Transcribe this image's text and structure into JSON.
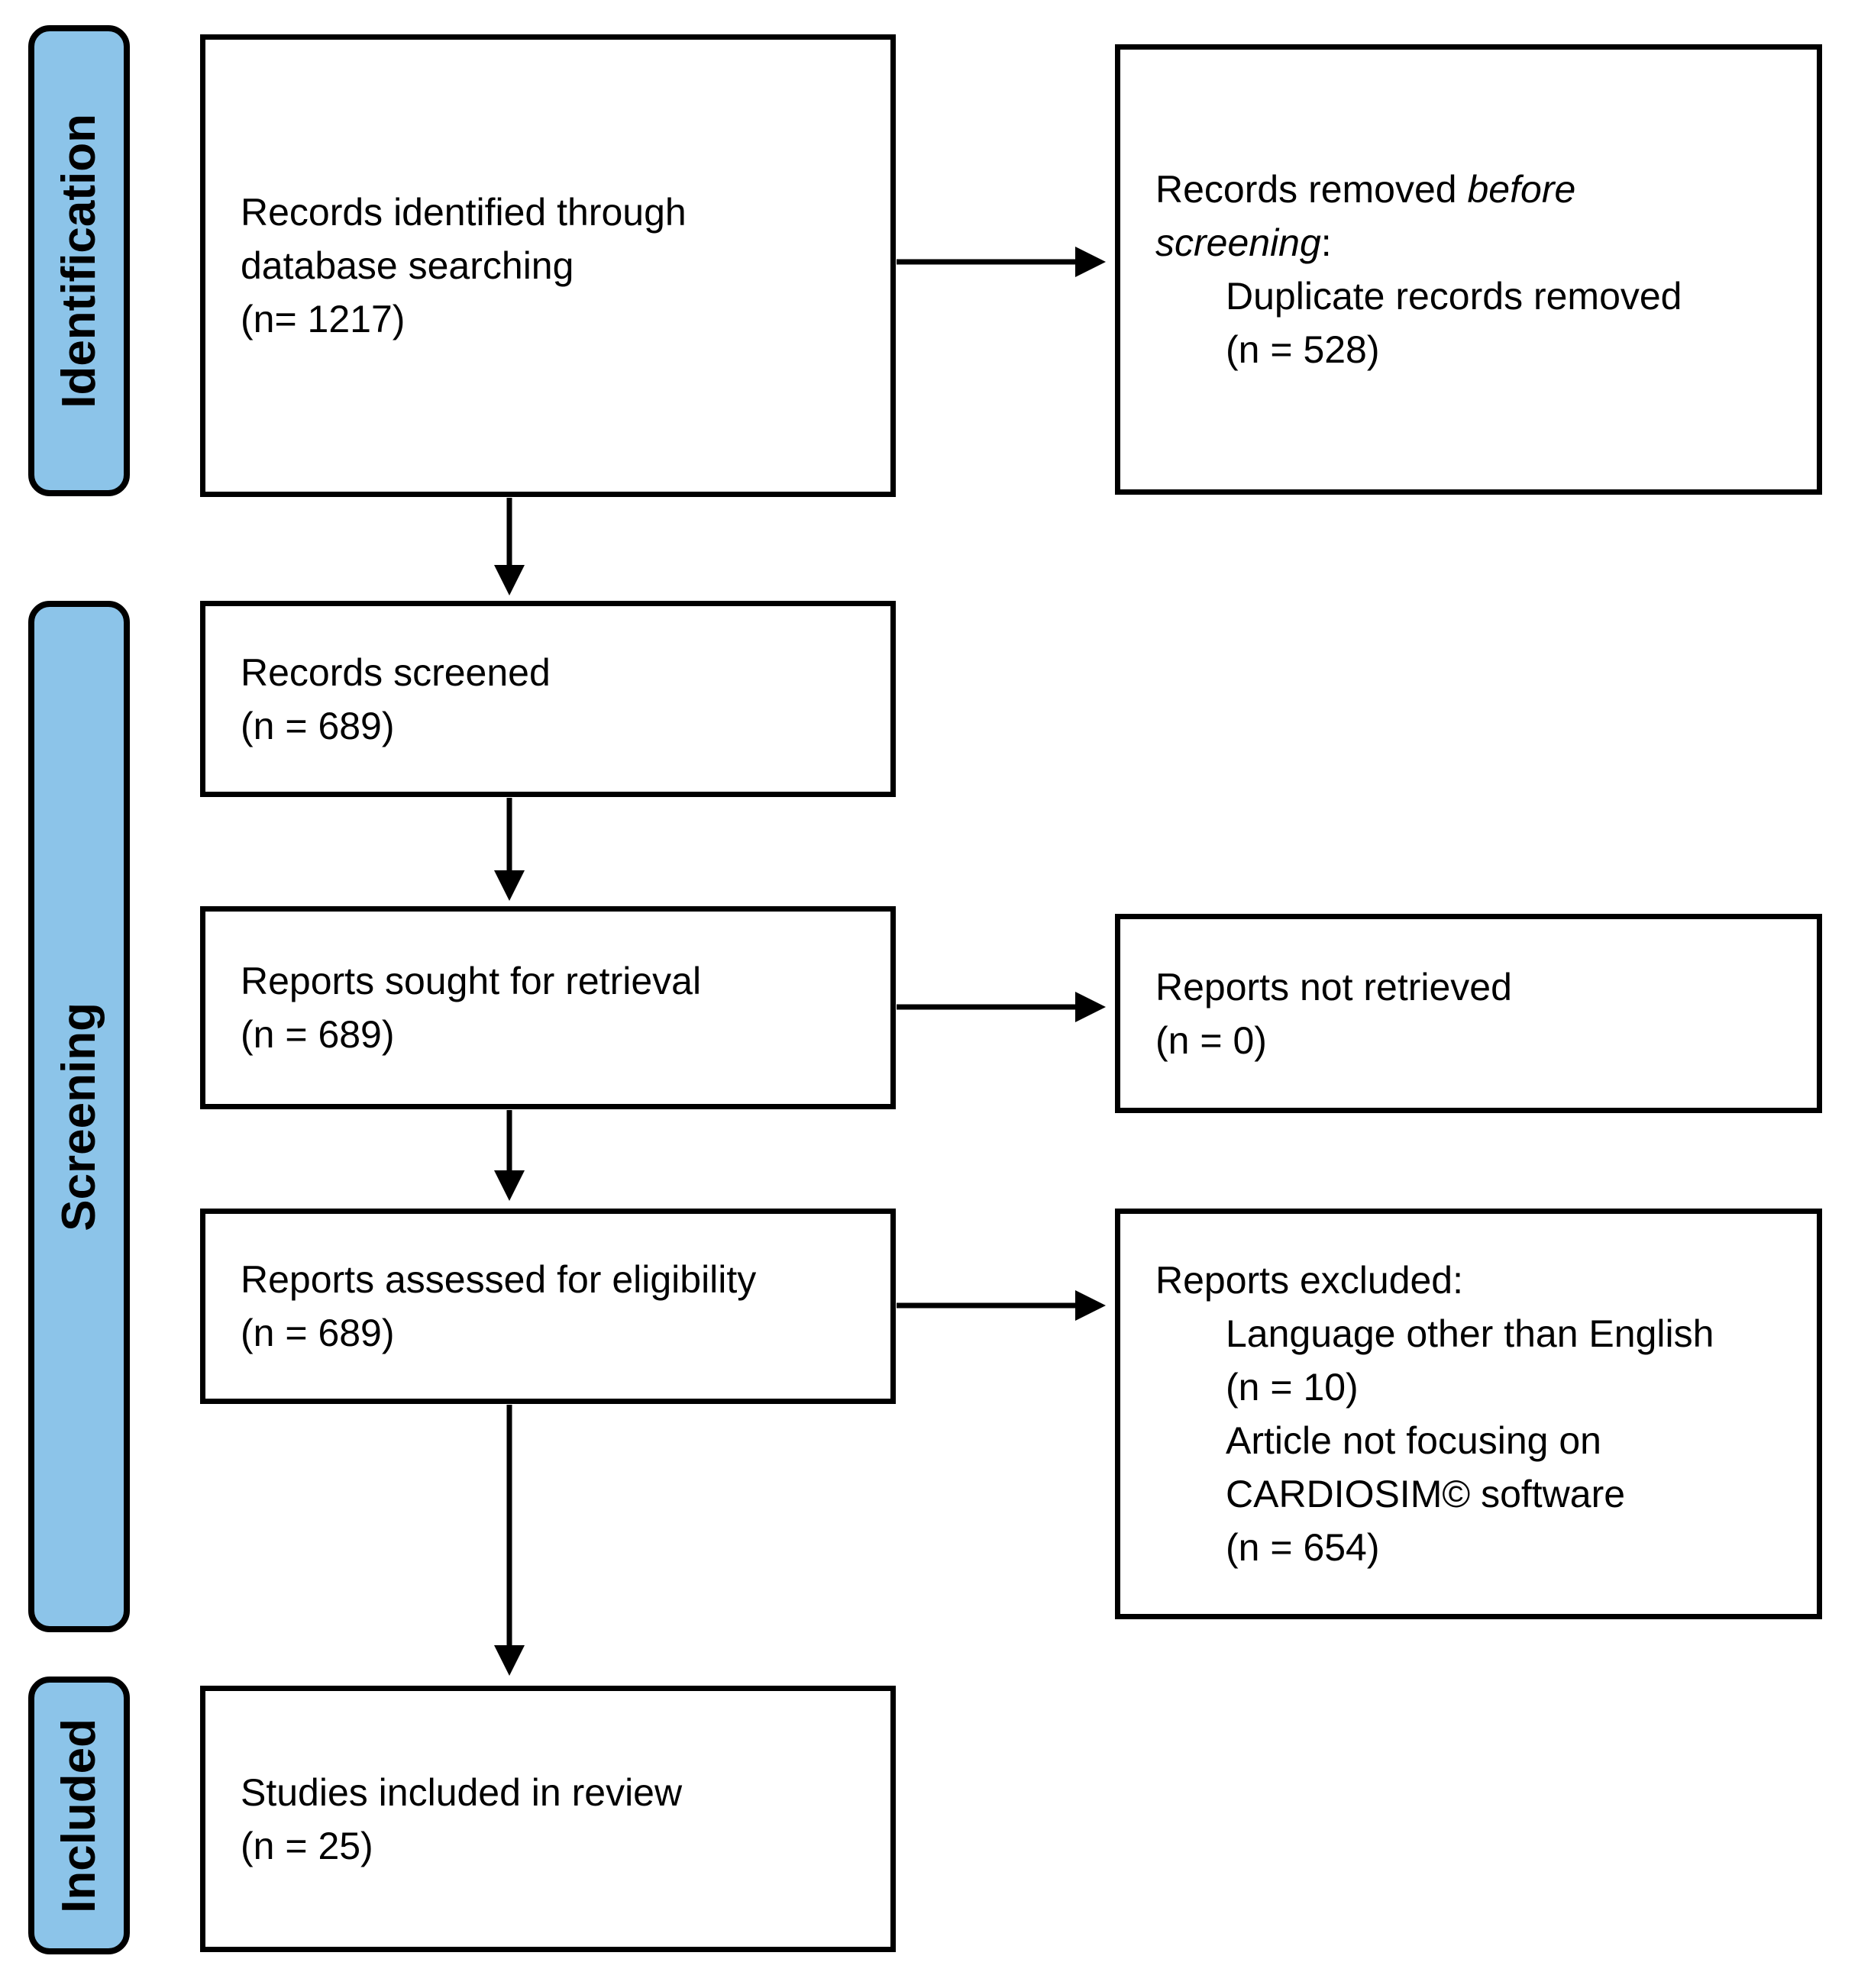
{
  "diagram": {
    "stages": [
      {
        "label": "Identification"
      },
      {
        "label": "Screening"
      },
      {
        "label": "Included"
      }
    ],
    "boxes": {
      "identified": {
        "lines": [
          "Records identified through",
          "database searching",
          "(n= 1217)"
        ]
      },
      "removed": {
        "line1_prefix": "Records removed ",
        "line1_italic": "before",
        "line2_italic": "screening",
        "line2_suffix": ":",
        "items": [
          "Duplicate records removed",
          "(n = 528)"
        ]
      },
      "screened": {
        "lines": [
          "Records screened",
          "(n = 689)"
        ]
      },
      "sought": {
        "lines": [
          "Reports sought for retrieval",
          "(n = 689)"
        ]
      },
      "not_retrieved": {
        "lines": [
          "Reports not retrieved",
          "(n = 0)"
        ]
      },
      "assessed": {
        "lines": [
          "Reports assessed for eligibility",
          "(n = 689)"
        ]
      },
      "excluded": {
        "title": "Reports excluded:",
        "items": [
          "Language other than English",
          "(n = 10)",
          "Article not focusing on",
          "CARDIOSIM© software",
          "(n = 654)"
        ]
      },
      "included": {
        "lines": [
          "Studies included in review",
          "(n = 25)"
        ]
      }
    },
    "colors": {
      "stage_fill": "#8CC4E9",
      "outline": "#000000",
      "box_fill": "#FFFFFF",
      "text": "#000000"
    }
  }
}
